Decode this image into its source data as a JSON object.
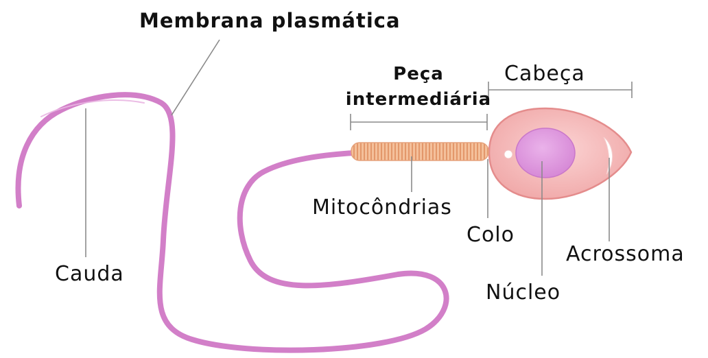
{
  "labels": {
    "membrane": "Membrana plasmática",
    "midpiece_line1": "Peça",
    "midpiece_line2": "intermediária",
    "head": "Cabeça",
    "mitochondria": "Mitocôndrias",
    "neck": "Colo",
    "acrosome": "Acrossoma",
    "tail": "Cauda",
    "nucleus": "Núcleo"
  },
  "colors": {
    "tail": "#d27fc8",
    "tail_highlight": "#e9b6e2",
    "head_fill": "#f3b3b3",
    "head_stroke": "#e48c8c",
    "nucleus_fill": "#d98bd9",
    "nucleus_center": "#e6a6e6",
    "midpiece": "#f2b98f",
    "midpiece_stripes": "#e08f5f",
    "leader_line": "#8a8a8a"
  }
}
